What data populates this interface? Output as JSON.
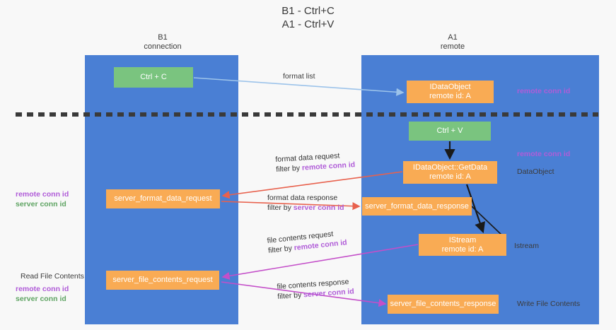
{
  "title": "B1 - Ctrl+C\nA1 - Ctrl+V",
  "columns": {
    "left": "B1\nconnection",
    "right": "A1\nremote"
  },
  "nodes": {
    "ctrl_c": "Ctrl + C",
    "idataobject": "IDataObject\nremote id: A",
    "ctrl_v": "Ctrl + V",
    "getdata": "IDataObject::GetData\nremote id: A",
    "server_format_data_request": "server_format_data_request",
    "server_format_data_response": "server_format_data_response",
    "istream": "IStream\nremote id: A",
    "server_file_contents_request": "server_file_contents_request",
    "server_file_contents_response": "server_file_contents_response"
  },
  "arrow_labels": {
    "format_list": "format list",
    "format_data_request": "format data request",
    "format_data_request_filter_prefix": "filter by ",
    "format_data_request_filter_key": "remote conn id",
    "format_data_response": "format data response",
    "format_data_response_filter_prefix": "filter by ",
    "format_data_response_filter_key": "server conn id",
    "file_contents_request": "file contents request",
    "file_contents_request_filter_prefix": "filter by ",
    "file_contents_request_filter_key": "remote conn id",
    "file_contents_response": "file contents response",
    "file_contents_response_filter_prefix": "filter by ",
    "file_contents_response_filter_key": "server conn id"
  },
  "side_labels": {
    "remote_conn_id_top": "remote conn id",
    "remote_conn_id_mid": "remote conn id",
    "dataobject": "DataObject",
    "istream": "Istream",
    "write_file_contents": "Write File Contents",
    "read_file_contents": "Read File Contents",
    "left_remote_conn_id_a": "remote conn id",
    "left_server_conn_id_a": "server conn id",
    "left_remote_conn_id_b": "remote conn id",
    "left_server_conn_id_b": "server conn id"
  },
  "colors": {
    "lane": "#4a7fd4",
    "green_node": "#7ac47f",
    "orange_node": "#f9ab54",
    "purple_text": "#b05cd8",
    "green_text": "#5fa463",
    "blue_arrow": "#9cc3ea",
    "red_arrow": "#e8614d",
    "magenta_arrow": "#c44fc9",
    "black_arrow": "#1a1a1a",
    "background": "#f8f8f8"
  }
}
